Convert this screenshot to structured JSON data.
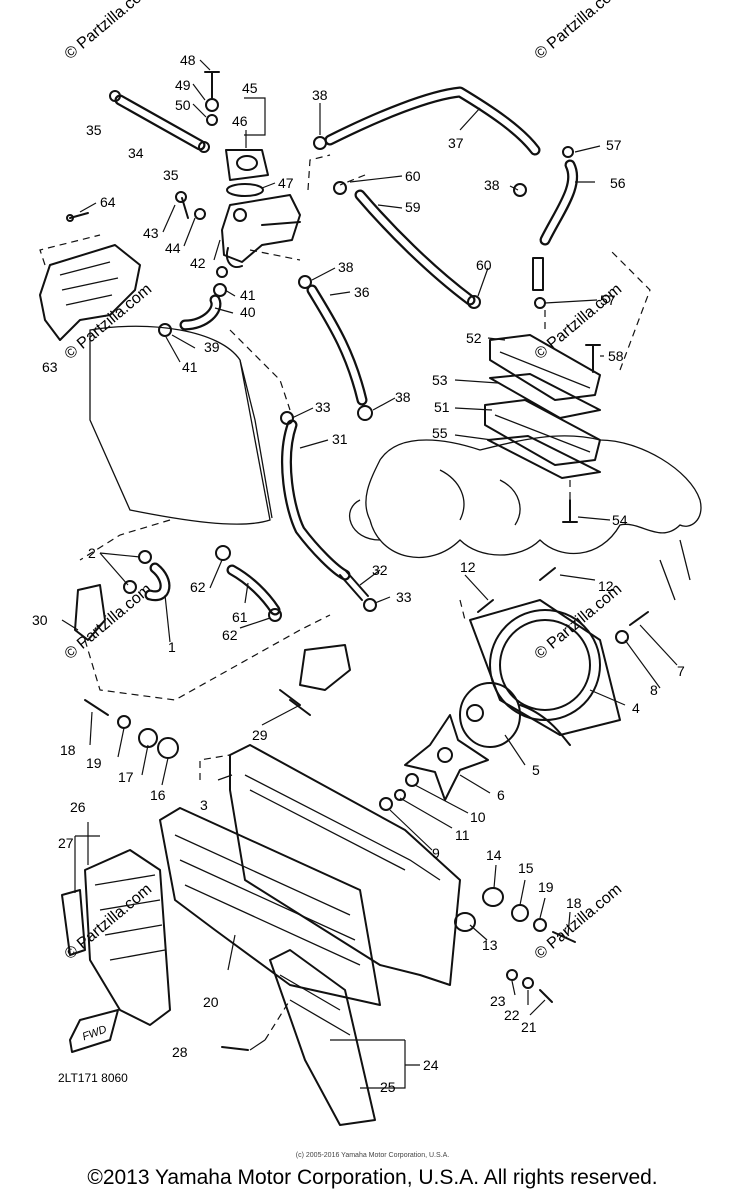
{
  "watermark": "© Partzilla.com",
  "fwd_label": "FWD",
  "part_code": "2LT171 8060",
  "source_note": "(c) 2005-2016 Yamaha Motor Corporation, U.S.A.",
  "copyright": "©2013 Yamaha Motor Corporation, U.S.A. All rights reserved.",
  "callouts": [
    "1",
    "2",
    "3",
    "4",
    "5",
    "6",
    "7",
    "8",
    "9",
    "10",
    "11",
    "12",
    "13",
    "14",
    "15",
    "16",
    "17",
    "18",
    "19",
    "20",
    "21",
    "22",
    "23",
    "24",
    "25",
    "26",
    "27",
    "28",
    "29",
    "30",
    "31",
    "32",
    "33",
    "34",
    "35",
    "36",
    "37",
    "38",
    "39",
    "40",
    "41",
    "42",
    "43",
    "44",
    "45",
    "46",
    "47",
    "48",
    "49",
    "50",
    "51",
    "52",
    "53",
    "54",
    "55",
    "56",
    "57",
    "58",
    "59",
    "60",
    "61",
    "62",
    "63",
    "64"
  ]
}
